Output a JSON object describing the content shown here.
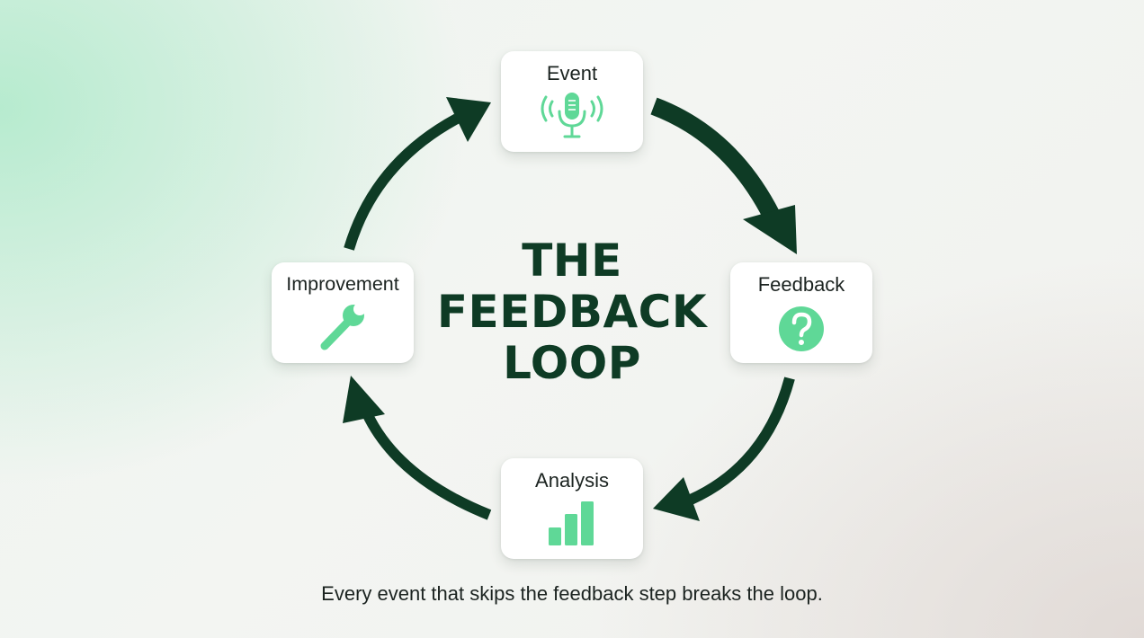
{
  "title": {
    "line1": "THE",
    "line2": "FEEDBACK",
    "line3": "LOOP"
  },
  "nodes": {
    "event": {
      "label": "Event",
      "icon": "microphone-icon"
    },
    "feedback": {
      "label": "Feedback",
      "icon": "question-mark-icon"
    },
    "analysis": {
      "label": "Analysis",
      "icon": "bar-chart-icon"
    },
    "improvement": {
      "label": "Improvement",
      "icon": "wrench-icon"
    }
  },
  "caption": "Every event that skips the feedback step breaks the loop.",
  "colors": {
    "arrow": "#0e3b25",
    "title": "#0e3b25",
    "icon_accent": "#5fd897",
    "card_background": "#ffffff",
    "text": "#1b2320"
  }
}
